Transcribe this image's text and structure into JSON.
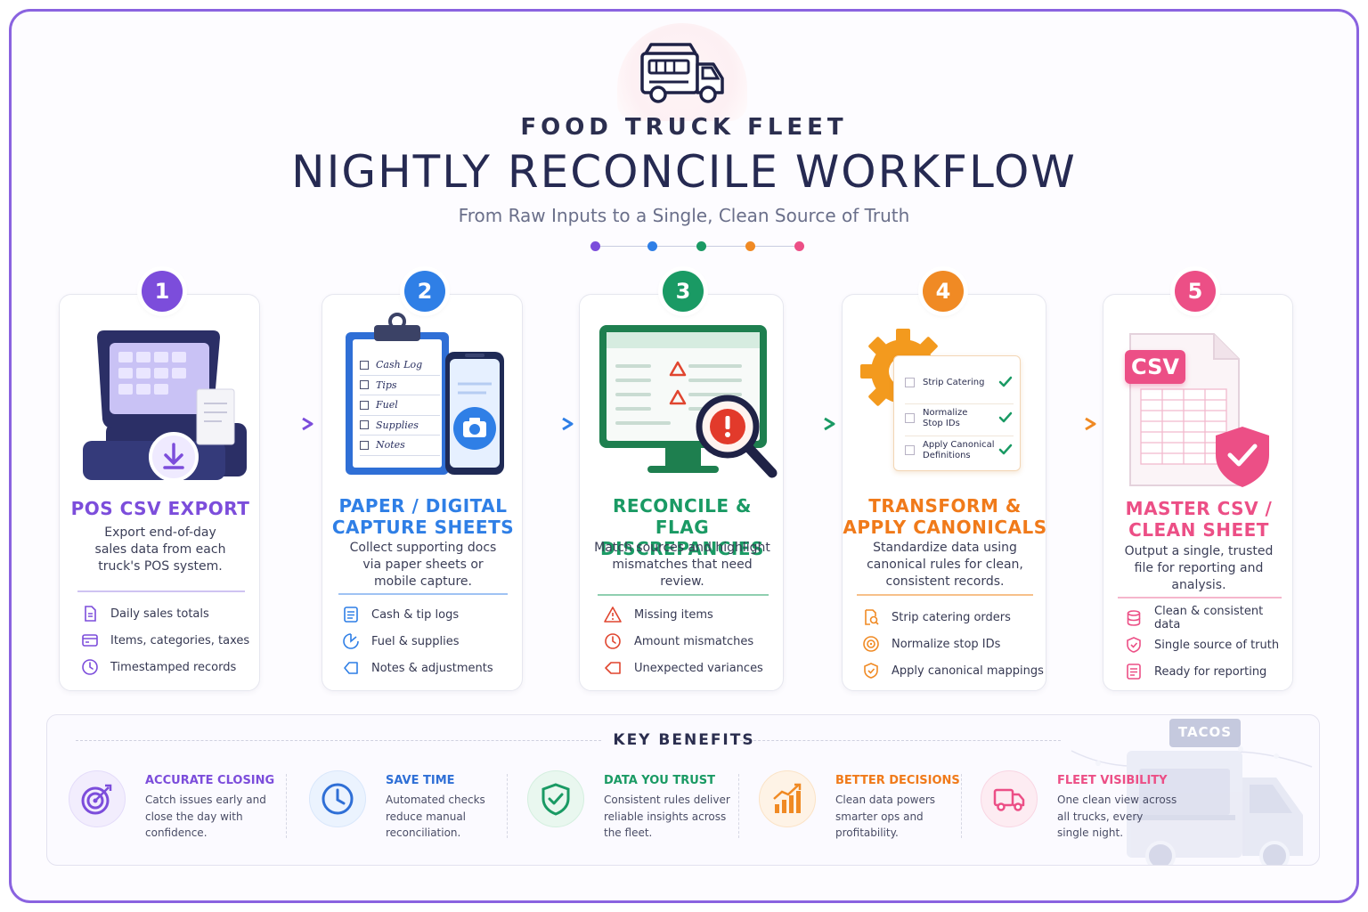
{
  "header": {
    "kicker": "FOOD TRUCK FLEET",
    "title": "NIGHTLY RECONCILE WORKFLOW",
    "subtitle": "From Raw Inputs to a Single, Clean Source of Truth",
    "logo_icon": "food-truck-icon"
  },
  "colors": {
    "purple": "#7c4ddb",
    "blue": "#2f7fe6",
    "green": "#1a9a64",
    "orange": "#f08a24",
    "pink": "#ec4f86"
  },
  "steps": [
    {
      "number": "1",
      "title_line1": "POS CSV EXPORT",
      "title_line2": "",
      "desc_line1": "Export end-of-day",
      "desc_line2": "sales data from each",
      "desc_line3": "truck's POS system.",
      "illustration": "pos-terminal-icon",
      "items": [
        {
          "icon": "document-icon",
          "label": "Daily sales totals"
        },
        {
          "icon": "card-icon",
          "label": "Items, categories, taxes"
        },
        {
          "icon": "clock-icon",
          "label": "Timestamped records"
        }
      ]
    },
    {
      "number": "2",
      "title_line1": "PAPER / DIGITAL",
      "title_line2": "CAPTURE SHEETS",
      "desc_line1": "Collect supporting docs",
      "desc_line2": "via paper sheets or",
      "desc_line3": "mobile capture.",
      "illustration": "clipboard-phone-icon",
      "clipboard_lines": [
        "Cash Log",
        "Tips",
        "Fuel",
        "Supplies",
        "Notes"
      ],
      "items": [
        {
          "icon": "list-icon",
          "label": "Cash & tip logs"
        },
        {
          "icon": "fuel-icon",
          "label": "Fuel & supplies"
        },
        {
          "icon": "tag-icon",
          "label": "Notes & adjustments"
        }
      ]
    },
    {
      "number": "3",
      "title_line1": "RECONCILE &",
      "title_line2": "FLAG DISCREPANCIES",
      "desc_line1": "Match sources and highlight",
      "desc_line2": "mismatches that need",
      "desc_line3": "review.",
      "illustration": "monitor-magnifier-icon",
      "items": [
        {
          "icon": "warning-icon",
          "label": "Missing items"
        },
        {
          "icon": "clock-icon",
          "label": "Amount mismatches"
        },
        {
          "icon": "tag-icon",
          "label": "Unexpected variances"
        }
      ]
    },
    {
      "number": "4",
      "title_line1": "TRANSFORM &",
      "title_line2": "APPLY CANONICALS",
      "desc_line1": "Standardize data using",
      "desc_line2": "canonical rules for clean,",
      "desc_line3": "consistent records.",
      "illustration": "gear-checklist-icon",
      "checklist": [
        {
          "line1": "Strip Catering",
          "line2": ""
        },
        {
          "line1": "Normalize",
          "line2": "Stop IDs"
        },
        {
          "line1": "Apply Canonical",
          "line2": "Definitions"
        }
      ],
      "items": [
        {
          "icon": "search-doc-icon",
          "label": "Strip catering orders"
        },
        {
          "icon": "target-icon",
          "label": "Normalize stop IDs"
        },
        {
          "icon": "shield-check-icon",
          "label": "Apply canonical mappings"
        }
      ]
    },
    {
      "number": "5",
      "title_line1": "MASTER CSV /",
      "title_line2": "CLEAN SHEET",
      "desc_line1": "Output a single, trusted",
      "desc_line2": "file for reporting and",
      "desc_line3": "analysis.",
      "illustration": "csv-file-shield-icon",
      "file_badge": "CSV",
      "items": [
        {
          "icon": "database-icon",
          "label": "Clean & consistent data"
        },
        {
          "icon": "shield-check-icon",
          "label": "Single source of truth"
        },
        {
          "icon": "report-icon",
          "label": "Ready for reporting"
        }
      ]
    }
  ],
  "benefits": {
    "title": "KEY  BENEFITS",
    "items": [
      {
        "icon": "target-icon",
        "title": "ACCURATE CLOSING",
        "line1": "Catch issues early and",
        "line2": "close the day with",
        "line3": "confidence."
      },
      {
        "icon": "clock-icon",
        "title": "SAVE TIME",
        "line1": "Automated checks",
        "line2": "reduce manual",
        "line3": "reconciliation."
      },
      {
        "icon": "shield-check-icon",
        "title": "DATA YOU TRUST",
        "line1": "Consistent rules deliver",
        "line2": "reliable insights across",
        "line3": "the fleet."
      },
      {
        "icon": "growth-chart-icon",
        "title": "BETTER DECISIONS",
        "line1": "Clean data powers",
        "line2": "smarter ops and",
        "line3": "profitability."
      },
      {
        "icon": "truck-icon",
        "title": "FLEET VISIBILITY",
        "line1": "One clean view across",
        "line2": "all trucks, every",
        "line3": "single night."
      }
    ],
    "truck_sign": "TACOS"
  }
}
